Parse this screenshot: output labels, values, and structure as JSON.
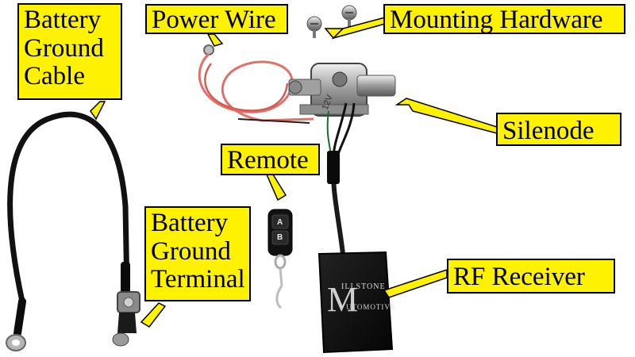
{
  "labels": {
    "ground_cable": [
      "Battery",
      "Ground",
      "Cable"
    ],
    "power_wire": "Power Wire",
    "mounting_hardware": "Mounting Hardware",
    "silenode": "Silenode",
    "remote": "Remote",
    "ground_terminal": [
      "Battery",
      "Ground",
      "Terminal"
    ],
    "rf_receiver": "RF Receiver"
  },
  "remote_keys": {
    "a": "A",
    "b": "B"
  },
  "receiver_brand": {
    "mark": "M",
    "line1": "ILLSTONE",
    "line2": "UTOMOTIVE"
  },
  "solenoid_marking": "12V",
  "colors": {
    "label_fill": "#fff200",
    "label_border": "#000000",
    "power_wire": "#e2706a",
    "background": "#ffffff"
  }
}
